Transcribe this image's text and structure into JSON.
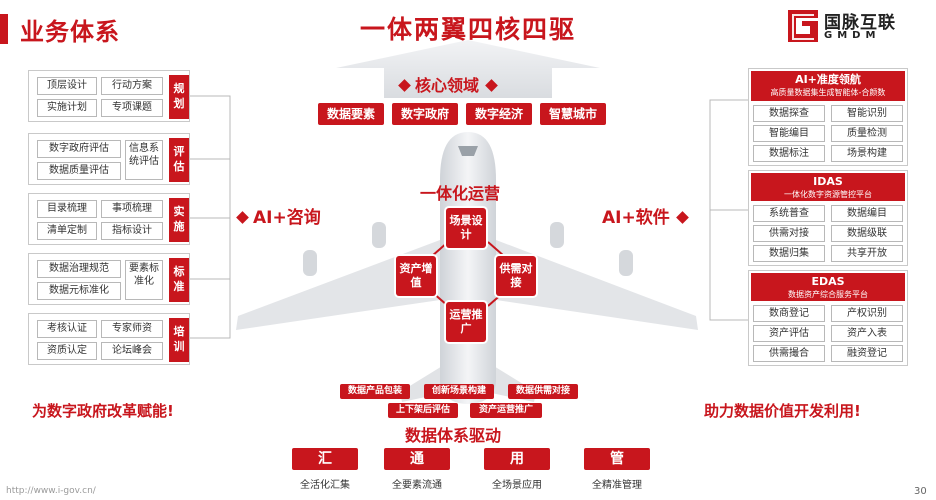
{
  "page_title": "业务体系",
  "main_title": "一体两翼四核四驱",
  "logo": {
    "name": "国脉互联",
    "sub": "GMDM"
  },
  "core": {
    "label": "核心领域",
    "domains": [
      "数据要素",
      "数字政府",
      "数字经济",
      "智慧城市"
    ]
  },
  "ops": {
    "label": "一体化运营",
    "hubs": [
      "场景设计",
      "资产增值",
      "供需对接",
      "运营推广"
    ]
  },
  "left_wing": {
    "label": "AI+咨询",
    "slogan": "为数字政府改革赋能!",
    "blocks": [
      {
        "tag": "规划",
        "items": [
          "顶层设计",
          "行动方案",
          "实施计划",
          "专项课题"
        ]
      },
      {
        "tag": "评估",
        "items": [
          "数字政府评估",
          "数据质量评估",
          "信息系统评估"
        ]
      },
      {
        "tag": "实施",
        "items": [
          "目录梳理",
          "事项梳理",
          "清单定制",
          "指标设计"
        ]
      },
      {
        "tag": "标准",
        "items": [
          "数据治理规范",
          "数据元标准化",
          "要素标准化"
        ]
      },
      {
        "tag": "培训",
        "items": [
          "考核认证",
          "专家师资",
          "资质认定",
          "论坛峰会"
        ]
      }
    ]
  },
  "right_wing": {
    "label": "AI+软件",
    "slogan": "助力数据价值开发利用!",
    "blocks": [
      {
        "name": "AI+准度领航",
        "sub": "高质量数据集生成智能体-合颜数",
        "items": [
          "数据探查",
          "智能识别",
          "智能编目",
          "质量检测",
          "数据标注",
          "场景构建"
        ]
      },
      {
        "name": "IDAS",
        "sub": "一体化数字资源管控平台",
        "items": [
          "系统普查",
          "数据编目",
          "供需对接",
          "数据级联",
          "数据归集",
          "共享开放"
        ]
      },
      {
        "name": "EDAS",
        "sub": "数据资产综合服务平台",
        "items": [
          "数商登记",
          "产权识别",
          "资产评估",
          "资产入表",
          "供需撮合",
          "融资登记"
        ]
      }
    ]
  },
  "drivers": {
    "items": [
      "数据产品包装",
      "创新场景构建",
      "数据供需对接",
      "上下架后评估",
      "资产运营推广"
    ],
    "title": "数据体系驱动",
    "pillars": [
      {
        "label": "汇",
        "sub": "全活化汇集"
      },
      {
        "label": "通",
        "sub": "全要素流通"
      },
      {
        "label": "用",
        "sub": "全场景应用"
      },
      {
        "label": "管",
        "sub": "全精准管理"
      }
    ]
  },
  "footer": {
    "url": "http://www.i-gov.cn/",
    "page": "30"
  },
  "colors": {
    "accent": "#c8161d",
    "plane": "#e6e8eb"
  }
}
